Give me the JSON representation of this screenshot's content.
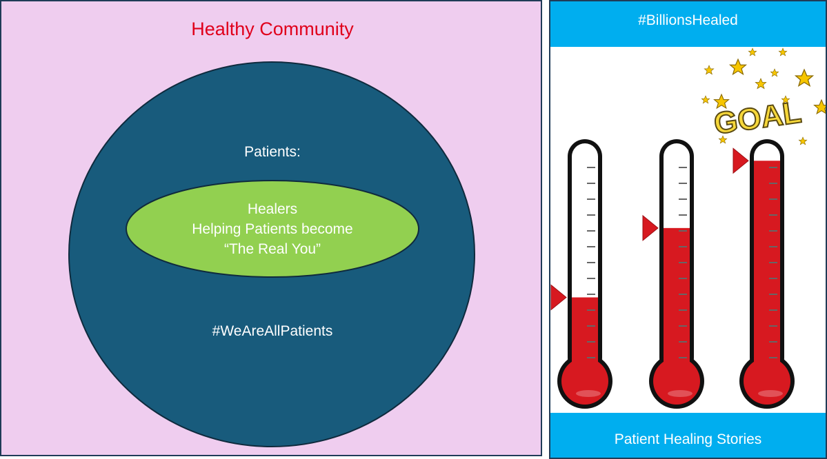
{
  "left": {
    "title": "Healthy Community",
    "outer_circle": {
      "label": "Patients:",
      "hashtag": "#WeAreAllPatients"
    },
    "inner_ellipse": {
      "line1": "Healers",
      "line2": "Helping Patients become",
      "line3": "“The Real You”"
    }
  },
  "right": {
    "top_banner": "#BillionsHealed",
    "bottom_banner": "Patient Healing Stories",
    "image": {
      "goal_text": "GOAL",
      "thermometer_fill_levels": [
        0.3,
        0.63,
        0.95
      ]
    }
  },
  "colors": {
    "left_background": "#efcdef",
    "title_red": "#e0001b",
    "outer_circle": "#185b7c",
    "inner_ellipse": "#92d050",
    "banner_blue": "#00aeef",
    "thermometer_red": "#d71920"
  }
}
